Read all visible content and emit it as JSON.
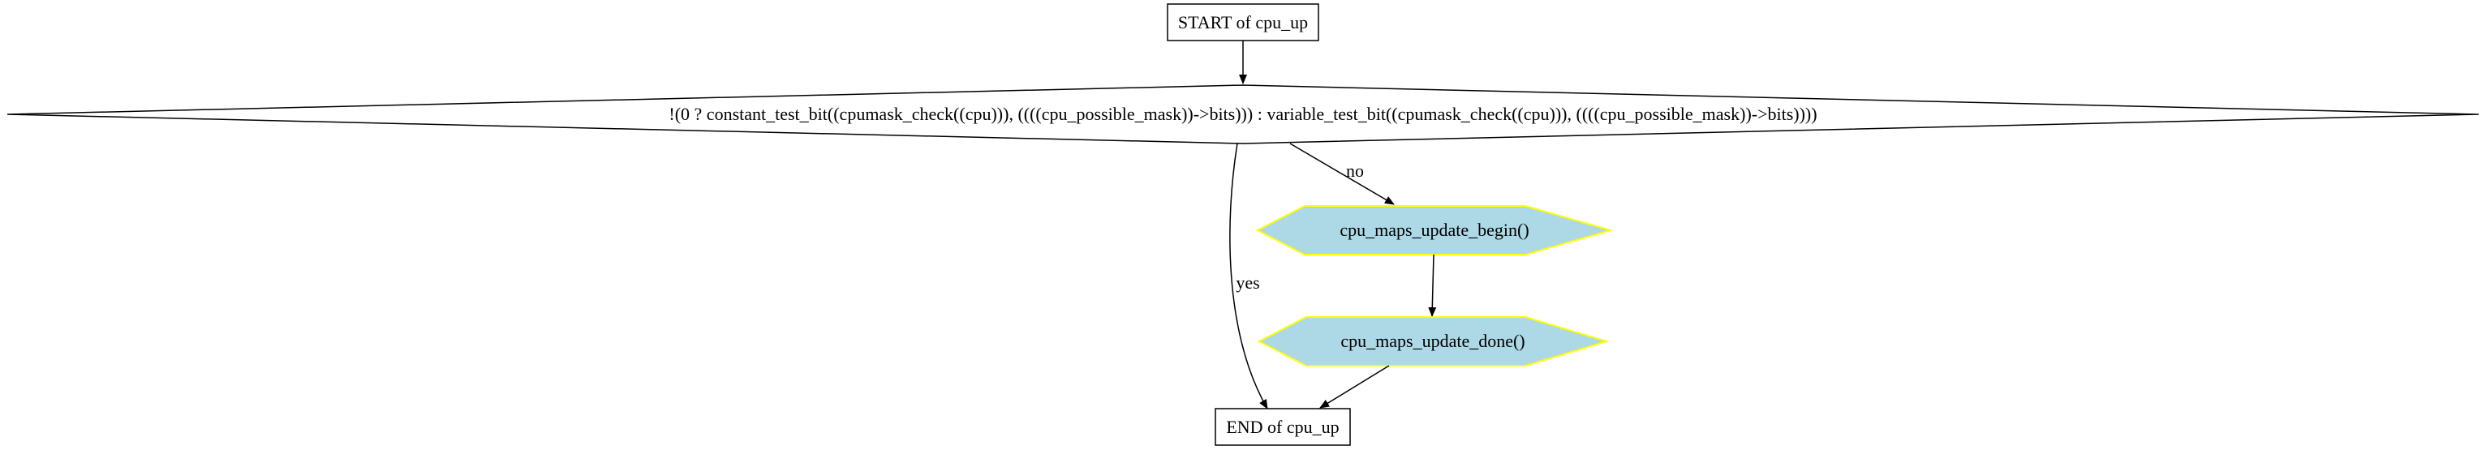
{
  "diagram": {
    "start_label": "START of cpu_up",
    "condition_label": "!(0 ? constant_test_bit((cpumask_check((cpu))), ((((cpu_possible_mask))->bits))) : variable_test_bit((cpumask_check((cpu))), ((((cpu_possible_mask))->bits))))",
    "begin_label": "cpu_maps_update_begin()",
    "done_label": "cpu_maps_update_done()",
    "end_label": "END of cpu_up",
    "edge_no_label": "no",
    "edge_yes_label": "yes"
  },
  "colors": {
    "call_fill": "#add8e6",
    "call_stroke": "#ffff00",
    "line": "#000000"
  }
}
